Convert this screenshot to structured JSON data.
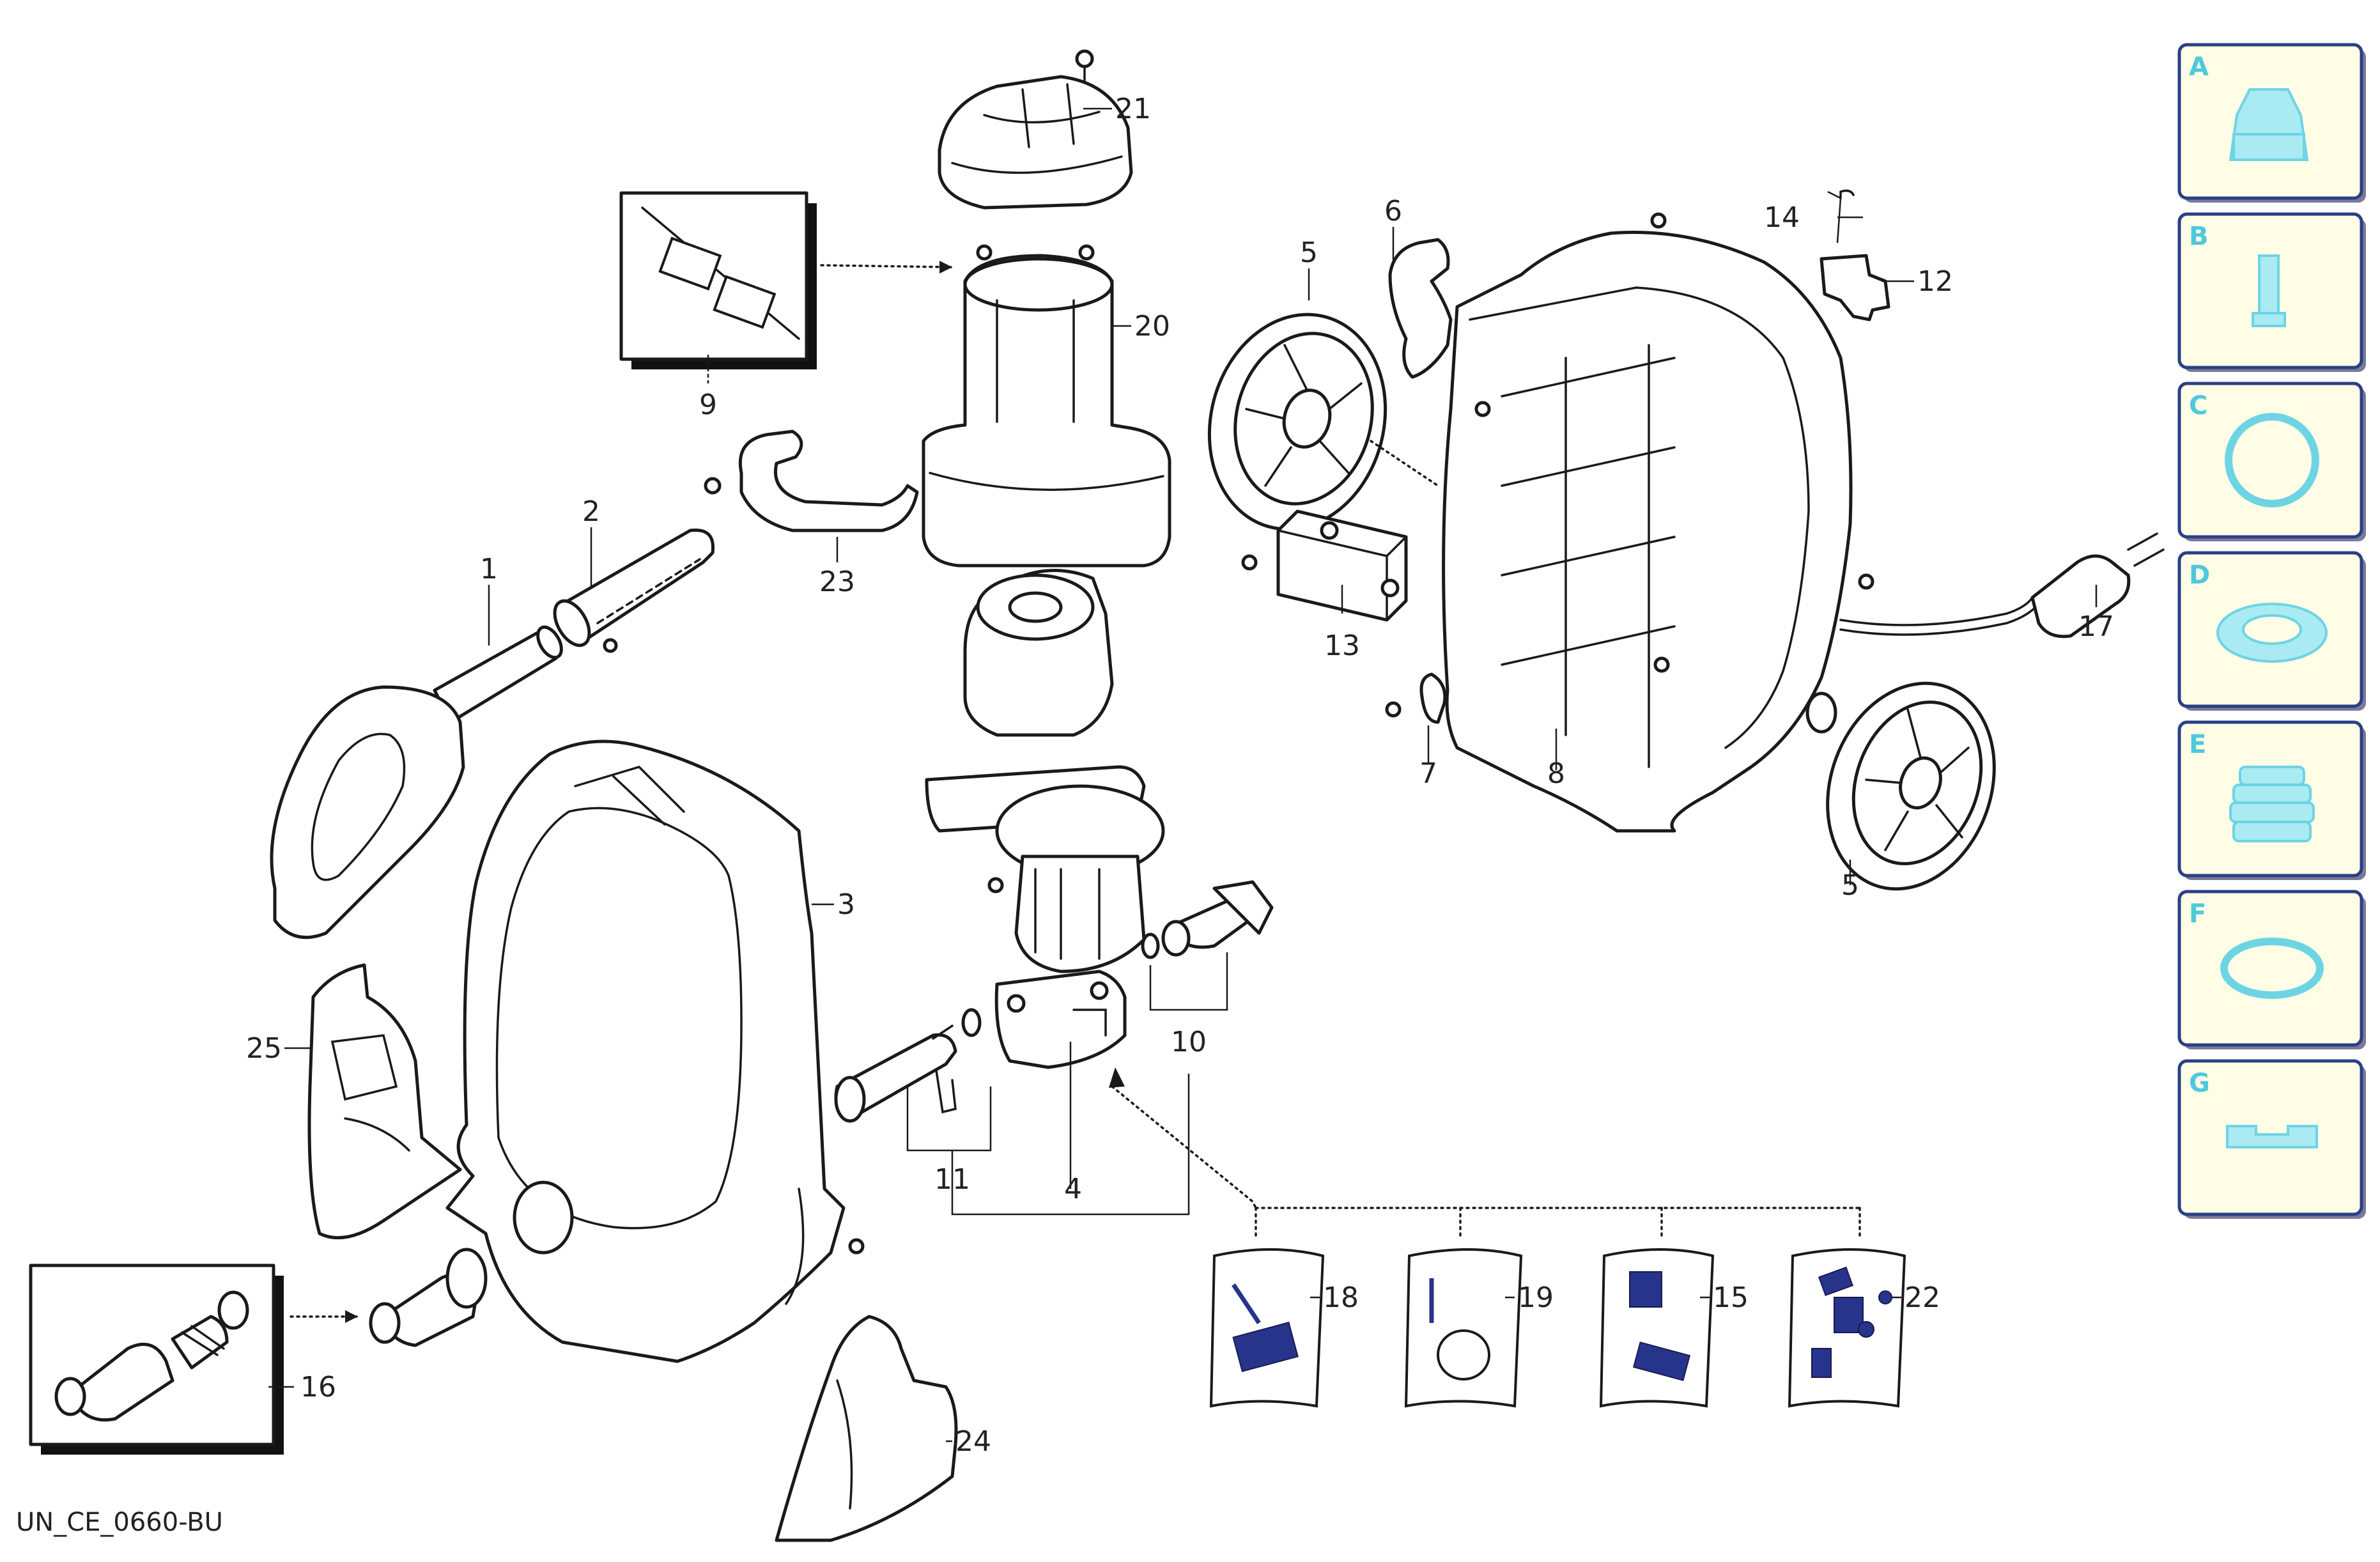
{
  "drawing_ref": "UN_CE_0660-BU",
  "callouts": [
    "1",
    "2",
    "3",
    "4",
    "5",
    "5",
    "6",
    "7",
    "8",
    "9",
    "10",
    "11",
    "12",
    "13",
    "14",
    "15",
    "16",
    "17",
    "18",
    "19",
    "20",
    "21",
    "22",
    "23",
    "24",
    "25"
  ],
  "legend": [
    {
      "letter": "A",
      "icon": "nozzle-cap-icon"
    },
    {
      "letter": "B",
      "icon": "piston-icon"
    },
    {
      "letter": "C",
      "icon": "o-ring-icon"
    },
    {
      "letter": "D",
      "icon": "seal-ring-icon"
    },
    {
      "letter": "E",
      "icon": "bellows-icon"
    },
    {
      "letter": "F",
      "icon": "flat-ring-icon"
    },
    {
      "letter": "G",
      "icon": "flat-seal-icon"
    }
  ],
  "colors": {
    "legend_border": "#2a3f86",
    "legend_fill": "#fffde6",
    "legend_icon": "#6dd4e4",
    "kit_icon": "#27348b"
  }
}
